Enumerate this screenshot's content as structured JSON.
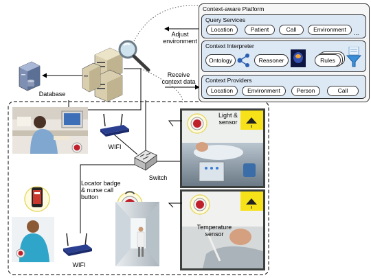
{
  "platform": {
    "title": "Context-aware Platform",
    "query_services": {
      "title": "Query Services",
      "items": [
        "Location",
        "Patient",
        "Call",
        "Environment"
      ],
      "more": "..."
    },
    "context_interpreter": {
      "title": "Context Interpreter",
      "items": [
        "Ontology",
        "Reasoner",
        "Rules"
      ]
    },
    "context_providers": {
      "title": "Context Providers",
      "items": [
        "Location",
        "Environment",
        "Person",
        "Call"
      ]
    }
  },
  "arrows": {
    "adjust": "Adjust\nenvironment",
    "receive": "Receive\ncontext data"
  },
  "labels": {
    "database": "Database",
    "wifi_top": "WIFI",
    "wifi_bottom": "WIFI",
    "switch": "Switch",
    "locator": "Locator badge\n& nurse call\nbutton",
    "light_sensor": "Light &\nsensor",
    "temp_sensor": "Temperature\nsensor"
  },
  "colors": {
    "panel_bg": "#dde8f5",
    "button_red": "#c0202a",
    "yellow": "#f7e21a",
    "server": "#d9cfae"
  }
}
